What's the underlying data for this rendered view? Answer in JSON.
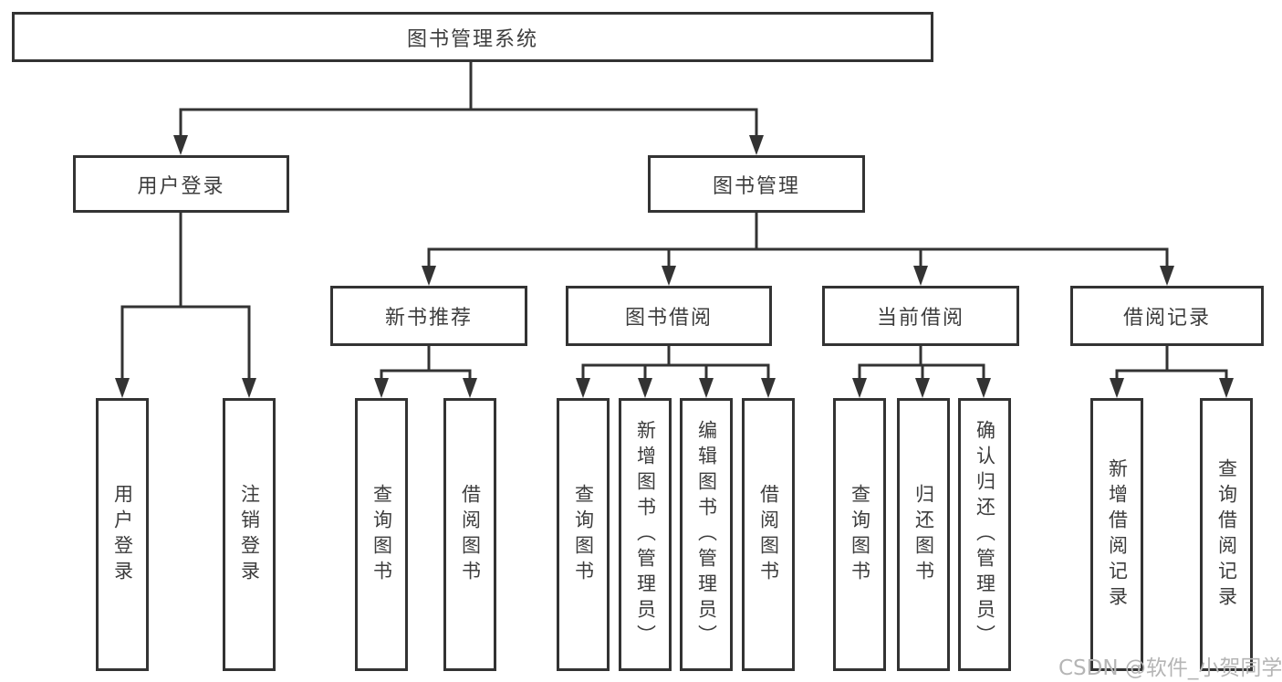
{
  "diagram": {
    "root": {
      "label": "图书管理系统"
    },
    "branches": [
      {
        "label": "用户登录",
        "children": [
          {
            "label": "用户登录"
          },
          {
            "label": "注销登录"
          }
        ]
      },
      {
        "label": "图书管理",
        "children": [
          {
            "label": "新书推荐",
            "children": [
              {
                "label": "查询图书"
              },
              {
                "label": "借阅图书"
              }
            ]
          },
          {
            "label": "图书借阅",
            "children": [
              {
                "label": "查询图书"
              },
              {
                "label": "新增图书（管理员）"
              },
              {
                "label": "编辑图书（管理员）"
              },
              {
                "label": "借阅图书"
              }
            ]
          },
          {
            "label": "当前借阅",
            "children": [
              {
                "label": "查询图书"
              },
              {
                "label": "归还图书"
              },
              {
                "label": "确认归还（管理员）"
              }
            ]
          },
          {
            "label": "借阅记录",
            "children": [
              {
                "label": "新增借阅记录"
              },
              {
                "label": "查询借阅记录"
              }
            ]
          }
        ]
      }
    ]
  },
  "watermark": {
    "text": "CSDN @软件_小贺同学"
  },
  "colors": {
    "line": "#333333",
    "box_border": "#333333",
    "text": "#3d3d3d",
    "watermark": "#b5b5b5",
    "background": "#ffffff"
  }
}
